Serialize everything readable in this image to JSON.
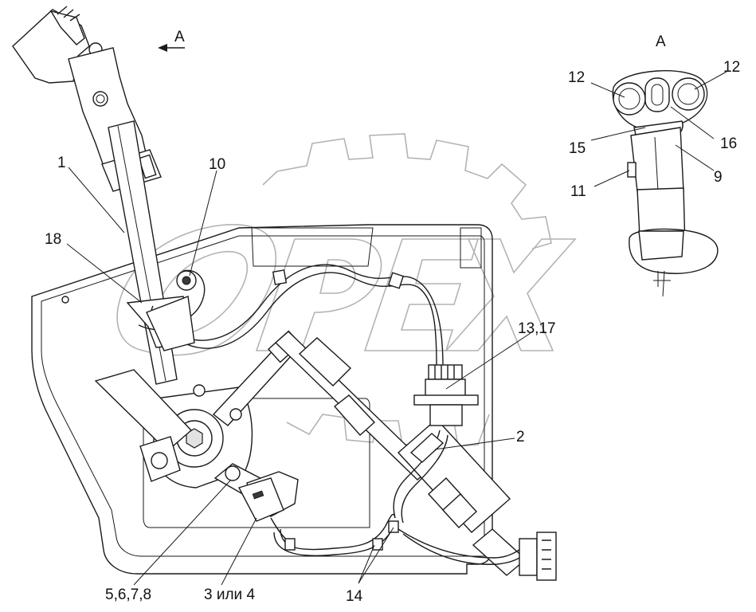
{
  "view_marker": "A",
  "view_title": "A",
  "corner_code": "",
  "callouts": [
    {
      "id": "c1",
      "text": "1"
    },
    {
      "id": "c10",
      "text": "10"
    },
    {
      "id": "c18",
      "text": "18"
    },
    {
      "id": "c13_17",
      "text": "13,17"
    },
    {
      "id": "c2",
      "text": "2"
    },
    {
      "id": "c5678",
      "text": "5,6,7,8"
    },
    {
      "id": "c3or4",
      "text": "3 или 4"
    },
    {
      "id": "c14",
      "text": "14"
    },
    {
      "id": "c12a",
      "text": "12"
    },
    {
      "id": "c12b",
      "text": "12"
    },
    {
      "id": "c15",
      "text": "15"
    },
    {
      "id": "c16",
      "text": "16"
    },
    {
      "id": "c9",
      "text": "9"
    },
    {
      "id": "c11",
      "text": "11"
    }
  ]
}
